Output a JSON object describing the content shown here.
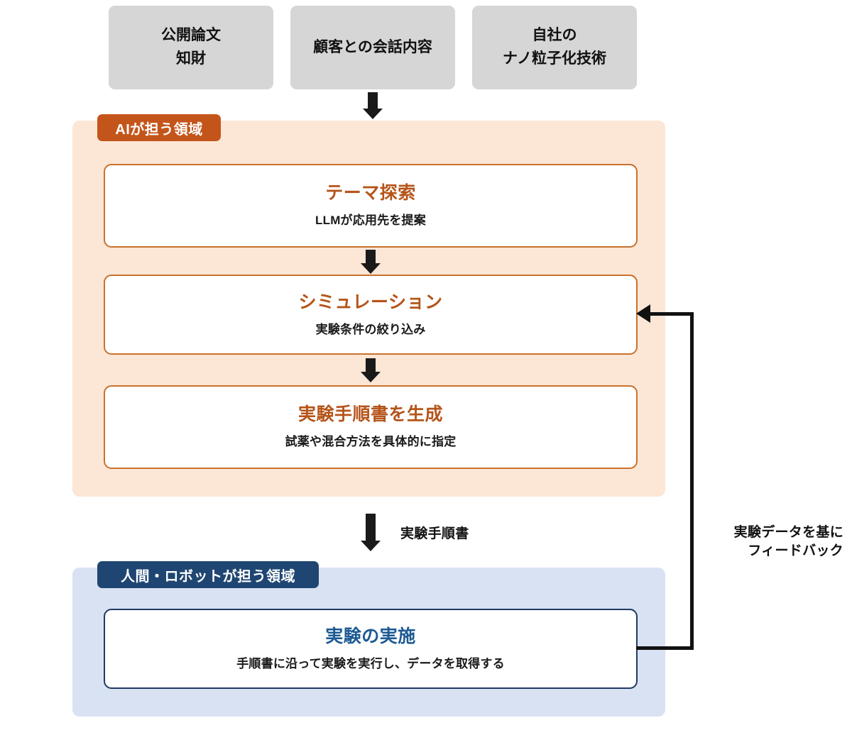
{
  "diagram": {
    "sources": [
      {
        "id": "papers-ip",
        "lines": [
          "公開論文",
          "知財"
        ]
      },
      {
        "id": "customer-talks",
        "lines": [
          "顧客との会話内容"
        ]
      },
      {
        "id": "own-nano-tech",
        "lines": [
          "自社の",
          "ナノ粒子化技術"
        ]
      }
    ],
    "ai_region": {
      "badge": "AIが担う領域",
      "steps": [
        {
          "id": "theme-search",
          "title": "テーマ探索",
          "subtitle": "LLMが応用先を提案"
        },
        {
          "id": "simulation",
          "title": "シミュレーション",
          "subtitle": "実験条件の絞り込み"
        },
        {
          "id": "protocol-generation",
          "title": "実験手順書を生成",
          "subtitle": "試薬や混合方法を具体的に指定"
        }
      ]
    },
    "handoff_label": "実験手順書",
    "human_region": {
      "badge": "人間・ロボットが担う領域",
      "steps": [
        {
          "id": "run-experiment",
          "title": "実験の実施",
          "subtitle": "手順書に沿って実験を実行し、データを取得する"
        }
      ]
    },
    "feedback_label": {
      "lines": [
        "実験データを基に",
        "フィードバック"
      ]
    },
    "colors": {
      "source_box": "#d6d6d6",
      "ai_panel": "#fce6d5",
      "ai_badge": "#c4551a",
      "ai_border": "#c8722e",
      "ai_title": "#b5541a",
      "human_panel": "#d9e2f3",
      "human_badge": "#1f4672",
      "human_border": "#1f3a63",
      "human_title": "#1d5a93",
      "arrow": "#1a1a1a",
      "text": "#111111"
    }
  }
}
